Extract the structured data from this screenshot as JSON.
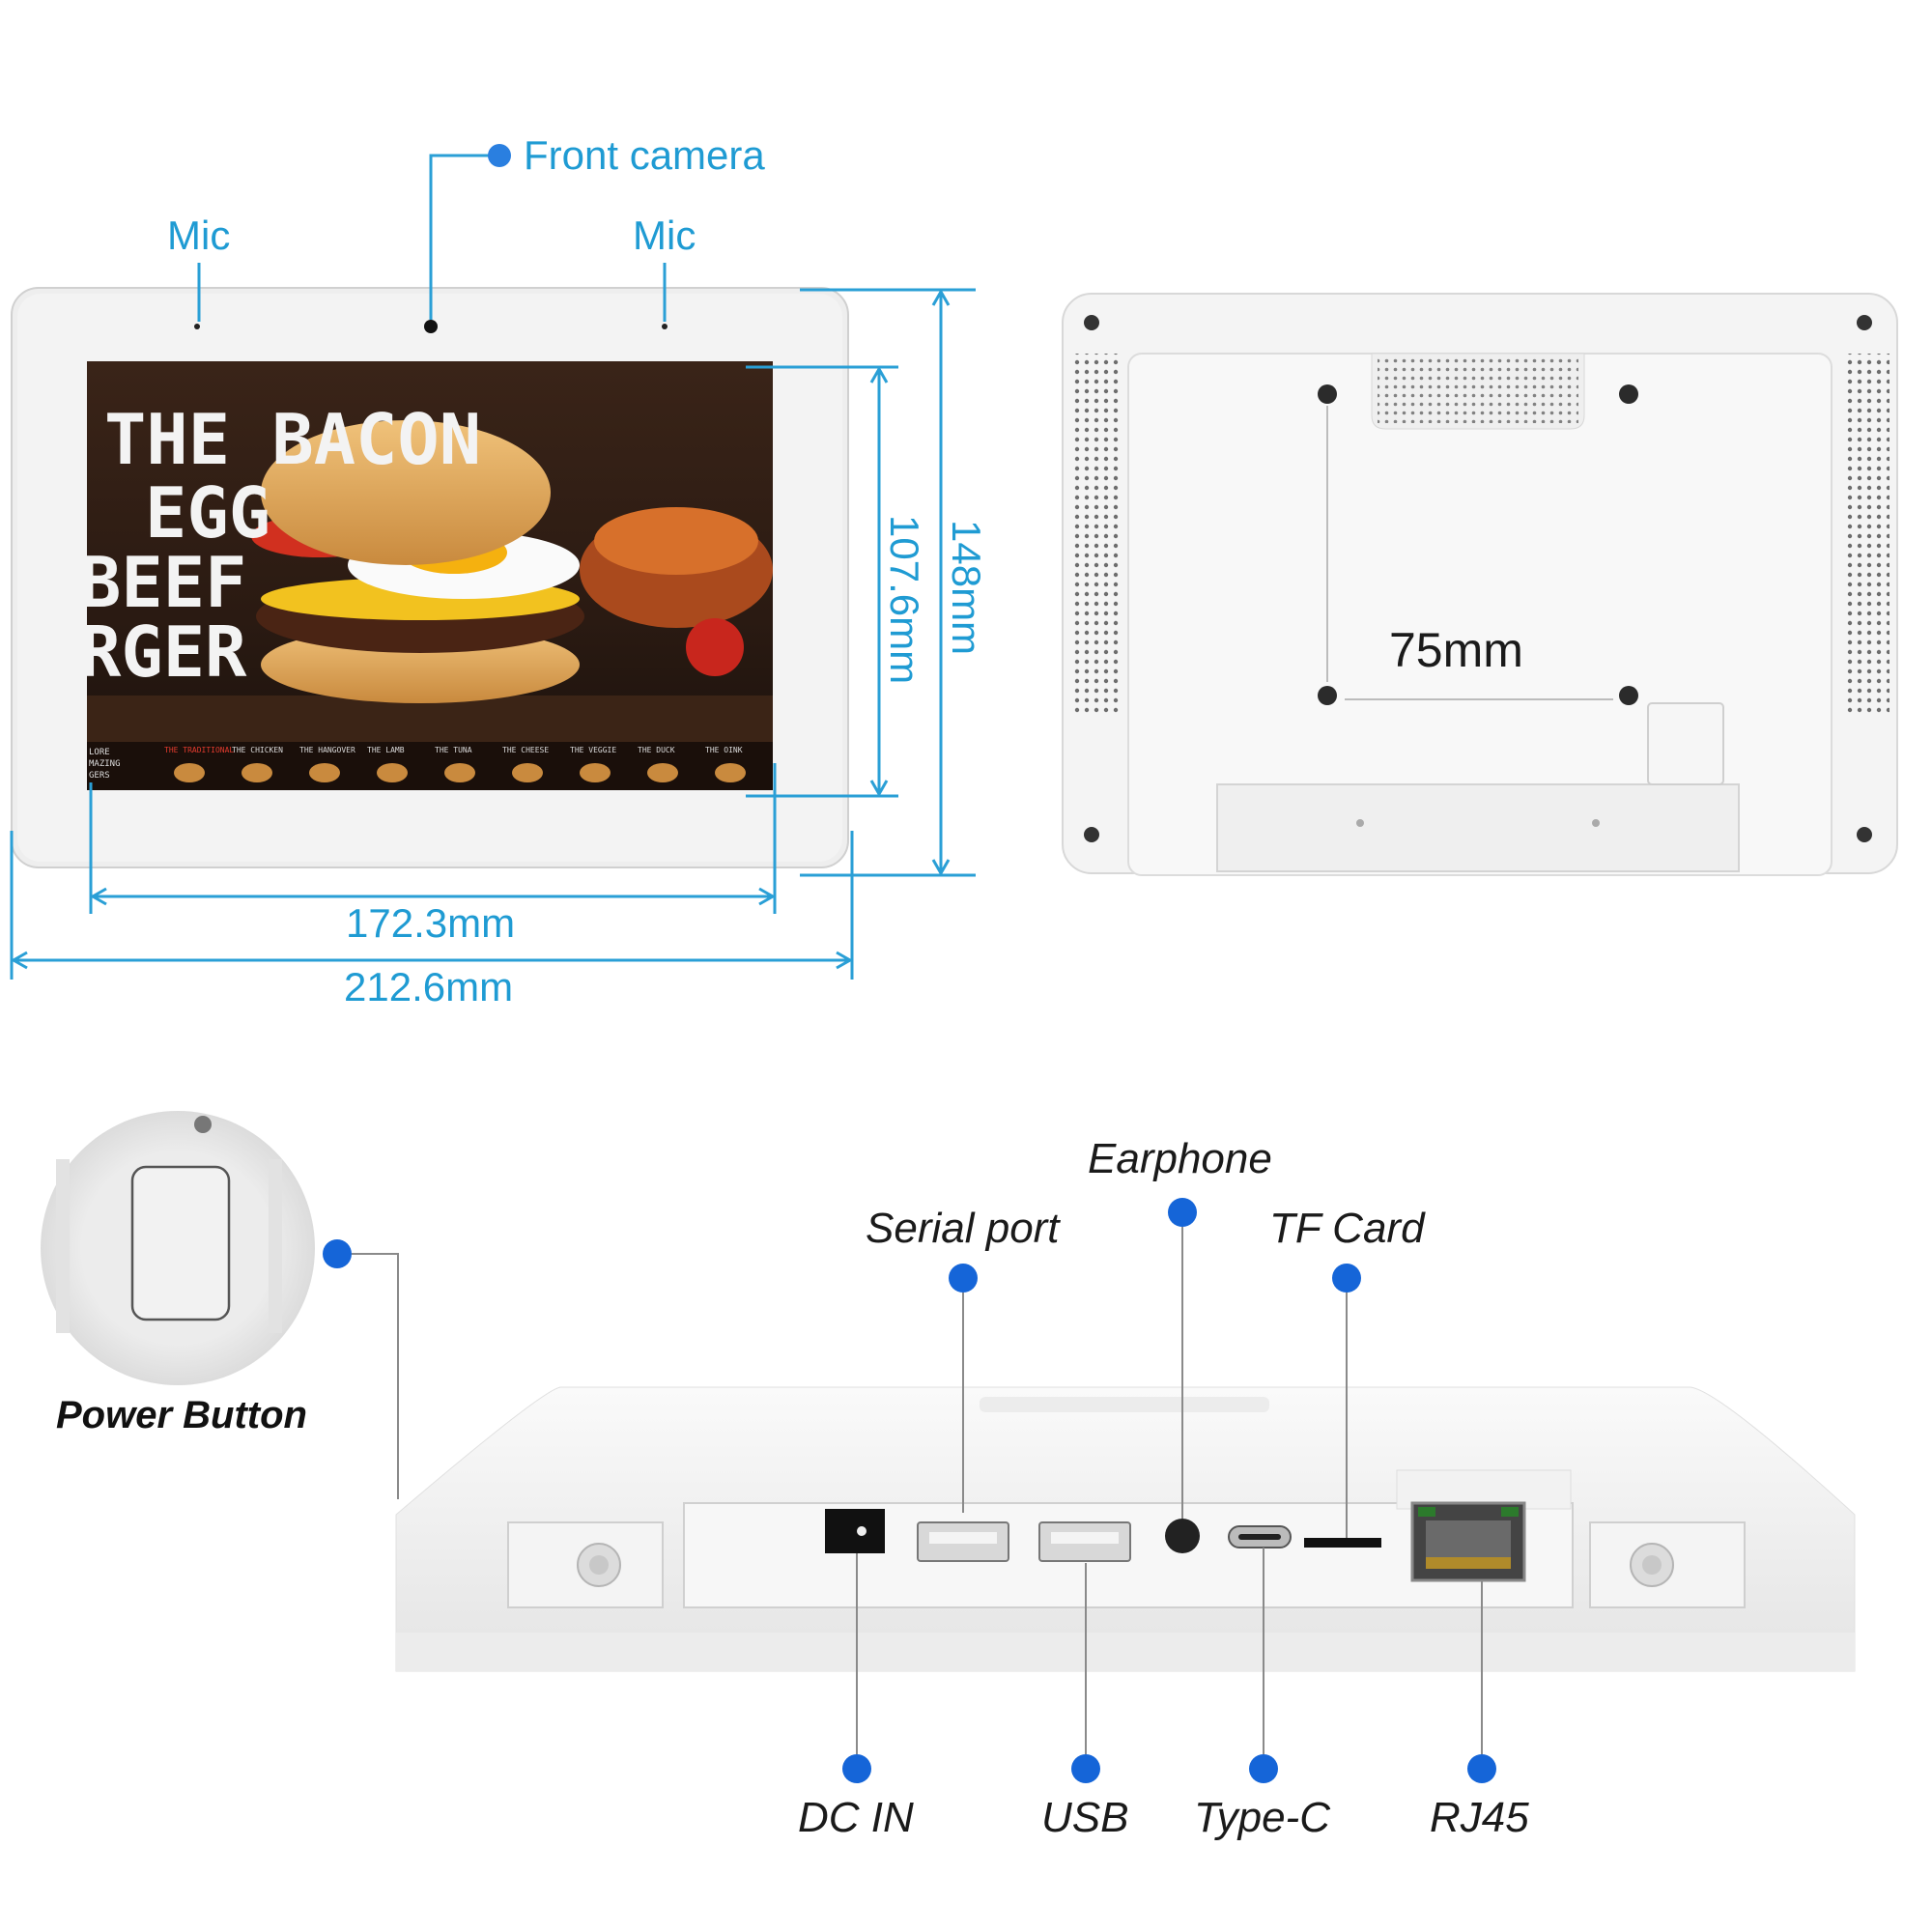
{
  "labels": {
    "front_camera": "Front camera",
    "mic_left": "Mic",
    "mic_right": "Mic",
    "screen_width": "172.3mm",
    "device_width": "212.6mm",
    "screen_height": "107.6mm",
    "device_height": "148mm",
    "vesa": "75mm",
    "power_button": "Power Button",
    "earphone": "Earphone",
    "serial_port": "Serial port",
    "tf_card": "TF Card",
    "dc_in": "DC IN",
    "usb": "USB",
    "type_c": "Type-C",
    "rj45": "RJ45"
  },
  "screen": {
    "title_lines": [
      "THE BACON",
      "EGG",
      "BEEF",
      "RGER"
    ],
    "side_text": [
      "LORE",
      "MAZING",
      "GERS"
    ],
    "menu": [
      "THE TRADITIONAL",
      "THE CHICKEN",
      "THE HANGOVER",
      "THE LAMB",
      "THE TUNA",
      "THE CHEESE",
      "THE VEGGIE",
      "THE DUCK",
      "THE OINK"
    ]
  },
  "colors": {
    "dimension_blue": "#2a9fd6",
    "label_blue": "#1f9bd3",
    "dot_blue": "#1565d8",
    "device_white": "#f2f2f2"
  }
}
